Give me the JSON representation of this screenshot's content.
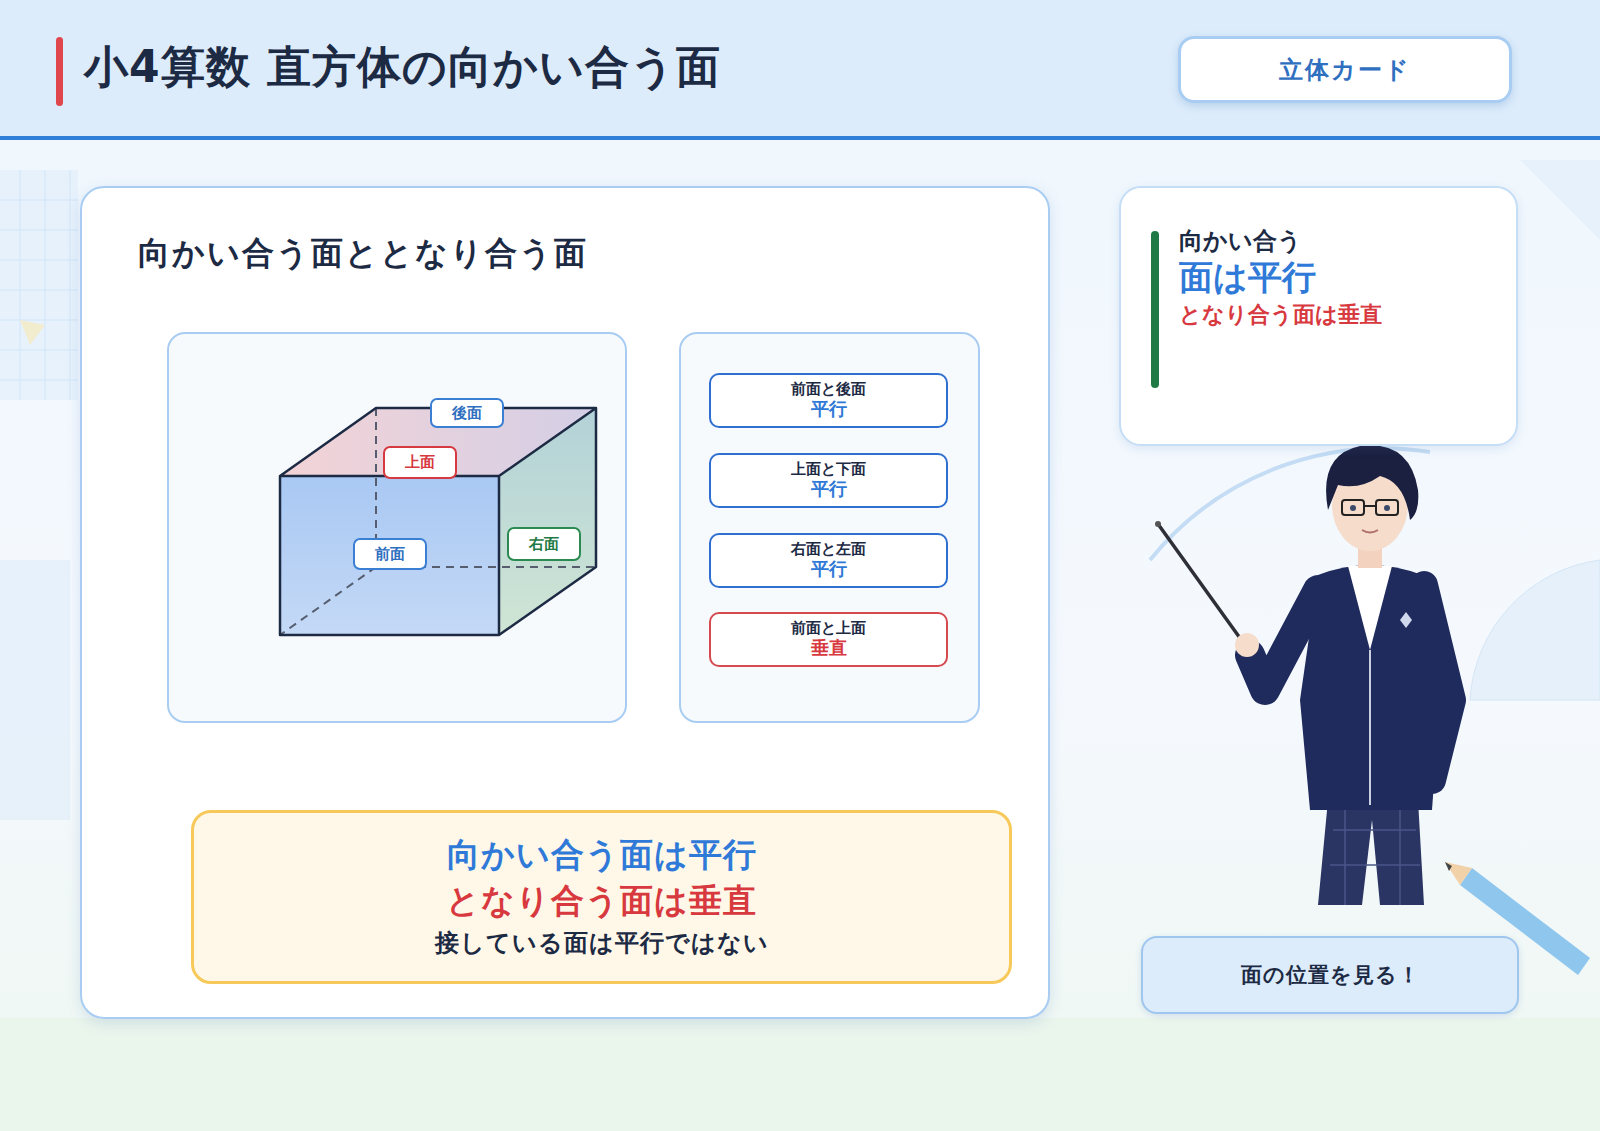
{
  "diagram": {
    "title": "小4算数 直方体の向かい合う面",
    "nodes": [
      {
        "text": [
          "立体カード"
        ]
      },
      {
        "text": [
          "向かい合う面ととなり合う面"
        ]
      },
      {
        "text": [
          "後面"
        ],
        "in": 1
      },
      {
        "text": [
          "上面"
        ],
        "in": 1
      },
      {
        "text": [
          "前面"
        ],
        "in": 1
      },
      {
        "text": [
          "右面"
        ],
        "in": 1
      },
      {
        "text": [
          "前面と後面",
          "平行"
        ],
        "in": 1
      },
      {
        "text": [
          "上面と下面",
          "平行"
        ],
        "in": 1
      },
      {
        "text": [
          "右面と左面",
          "平行"
        ],
        "in": 1
      },
      {
        "text": [
          "前面と上面",
          "垂直"
        ],
        "in": 1
      },
      {
        "text": [
          "向かい合う面は平行",
          "となり合う面は垂直",
          "接している面は平行ではない"
        ],
        "in": 1
      },
      {
        "text": [
          "向かい合う",
          "面は平行",
          "となり合う面は垂直"
        ]
      },
      {
        "text": [
          "面の位置を見る！"
        ]
      }
    ]
  }
}
